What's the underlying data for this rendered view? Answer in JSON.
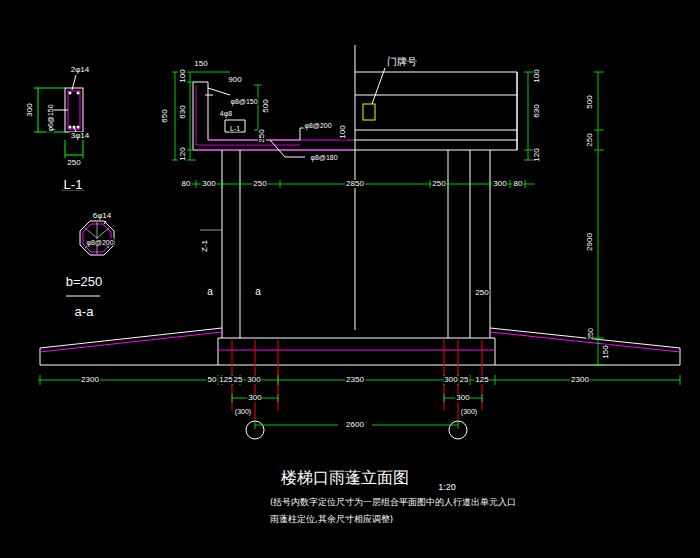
{
  "diagram": {
    "title": "楼梯口雨蓬立面图",
    "caption": "(括号内数字定位尺寸为一层组合平面图中的人行道出单元入口雨蓬柱定位,其余尺寸相应调整)",
    "labels": [
      "2φ14",
      "300",
      "φ6@150",
      "3φ14",
      "250",
      "L-1",
      "6φ14",
      "φ8@200",
      "b=250",
      "a-a",
      "100",
      "150",
      "900",
      "650",
      "630",
      "120",
      "φ8@150",
      "500",
      "4φ8",
      "L-1",
      "250",
      "φ8@200",
      "100",
      "φ8@180",
      "门牌号",
      "100",
      "630",
      "120",
      "500",
      "250",
      "80",
      "300",
      "250",
      "2850",
      "250",
      "300",
      "80",
      "Z-1",
      "a",
      "a",
      "2900",
      "250",
      "150",
      "250",
      "2300",
      "50",
      "125",
      "25",
      "300",
      "2350",
      "300",
      "25",
      "125",
      "2300",
      "300",
      "300",
      "(300)",
      "(300)",
      "2600",
      "1:20"
    ]
  }
}
